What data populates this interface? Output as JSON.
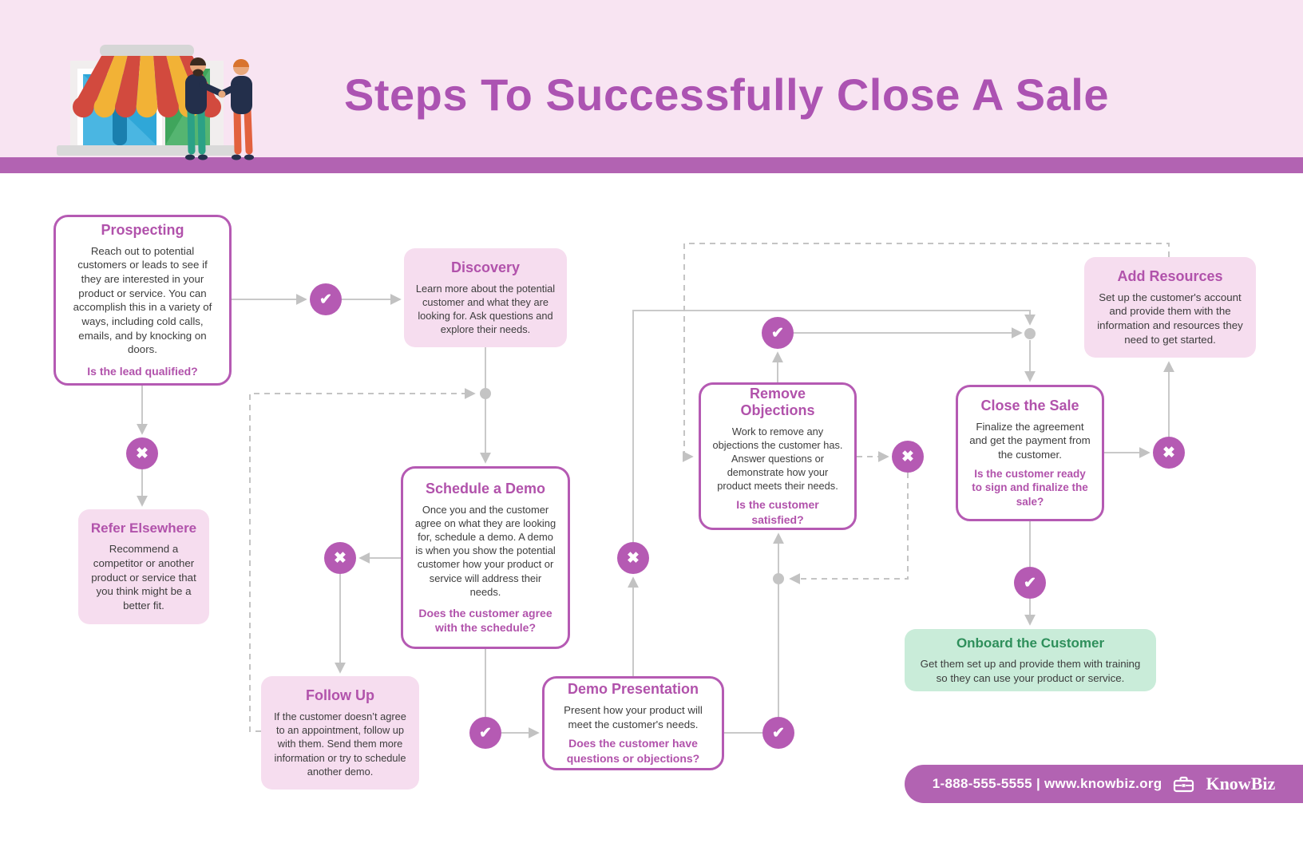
{
  "header": {
    "title": "Steps To Successfully Close A Sale"
  },
  "icons": {
    "check": "✔",
    "cross": "✖",
    "logo": "briefcase"
  },
  "colors": {
    "header_bg": "#f8e4f2",
    "accent_purple": "#b263b2",
    "title_purple": "#ac53b2",
    "node_border": "#b55ab3",
    "node_title": "#b152ab",
    "pink_box": "#f6ddef",
    "green_box": "#c9ecd9",
    "green_title": "#2e8f5b",
    "body_text": "#3d3d3d",
    "connector_gray": "#c9c9c9"
  },
  "nodes": [
    {
      "id": "prospecting",
      "title": "Prospecting",
      "body": "Reach out to potential customers or leads to see if they are interested in your product or service. You can accomplish this in a variety of ways, including cold calls, emails, and by knocking on doors.",
      "question": "Is the lead qualified?"
    },
    {
      "id": "discovery",
      "title": "Discovery",
      "body": "Learn more about the potential customer and what they are looking for. Ask questions and explore their needs."
    },
    {
      "id": "refer-elsewhere",
      "title": "Refer Elsewhere",
      "body": "Recommend a competitor or another product or service that you think might be a better fit."
    },
    {
      "id": "schedule-a-demo",
      "title": "Schedule a Demo",
      "body": "Once you and the customer agree on what they are looking for, schedule a demo. A demo is when you show the potential customer how your product or service will address their needs.",
      "question": "Does the customer agree with the schedule?"
    },
    {
      "id": "follow-up",
      "title": "Follow Up",
      "body": "If the customer doesn’t agree to an appointment, follow up with them. Send them more information or try to schedule another demo."
    },
    {
      "id": "demo-presentation",
      "title": "Demo Presentation",
      "body": "Present how your product will meet the customer's needs.",
      "question": "Does the customer have questions or objections?"
    },
    {
      "id": "remove-objections",
      "title": "Remove Objections",
      "body": "Work to remove any objections the customer has. Answer questions or demonstrate how your product meets their needs.",
      "question": "Is the customer satisfied?"
    },
    {
      "id": "close-the-sale",
      "title": "Close the Sale",
      "body": "Finalize the agreement and get the payment from the customer.",
      "question": "Is the customer ready to sign and finalize the sale?"
    },
    {
      "id": "add-resources",
      "title": "Add Resources",
      "body": "Set up the customer's account and provide them with the information and resources they need to get started."
    },
    {
      "id": "onboard-the-customer",
      "title": "Onboard the Customer",
      "body": "Get them set up and provide them with training so they can use your product or service."
    }
  ],
  "footer": {
    "contact": "1-888-555-5555  |  www.knowbiz.org",
    "brand": "KnowBiz"
  }
}
